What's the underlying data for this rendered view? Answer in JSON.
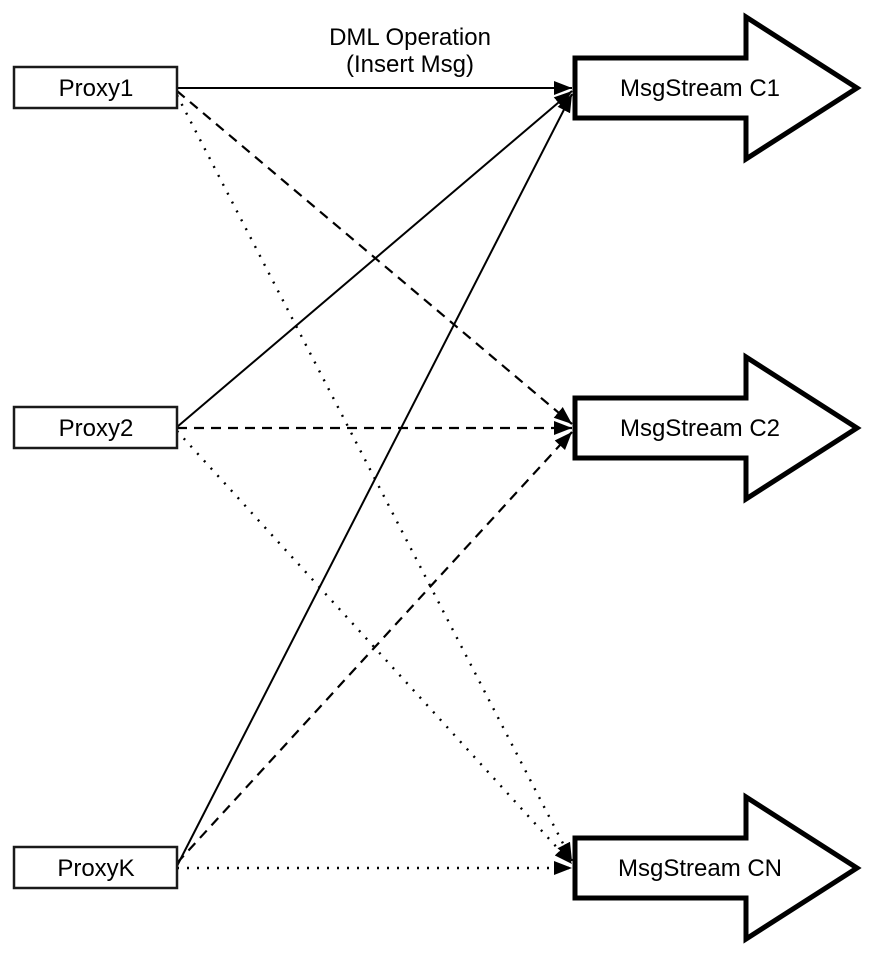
{
  "diagram": {
    "annotation": {
      "line1": "DML Operation",
      "line2": "(Insert Msg)"
    },
    "proxies": [
      {
        "id": "proxy1",
        "label": "Proxy1"
      },
      {
        "id": "proxy2",
        "label": "Proxy2"
      },
      {
        "id": "proxyk",
        "label": "ProxyK"
      }
    ],
    "streams": [
      {
        "id": "c1",
        "label": "MsgStream C1",
        "shape": "block-arrow-right"
      },
      {
        "id": "c2",
        "label": "MsgStream C2",
        "shape": "block-arrow-right"
      },
      {
        "id": "cn",
        "label": "MsgStream CN",
        "shape": "block-arrow-right"
      }
    ],
    "edges": [
      {
        "from": "Proxy1",
        "to": "MsgStream C1",
        "style": "solid",
        "arrowhead": "filled-triangle"
      },
      {
        "from": "Proxy2",
        "to": "MsgStream C1",
        "style": "solid",
        "arrowhead": "filled-triangle"
      },
      {
        "from": "ProxyK",
        "to": "MsgStream C1",
        "style": "solid",
        "arrowhead": "filled-triangle"
      },
      {
        "from": "Proxy1",
        "to": "MsgStream C2",
        "style": "dashed",
        "arrowhead": "filled-triangle"
      },
      {
        "from": "Proxy2",
        "to": "MsgStream C2",
        "style": "dashed",
        "arrowhead": "filled-triangle"
      },
      {
        "from": "ProxyK",
        "to": "MsgStream C2",
        "style": "dashed",
        "arrowhead": "filled-triangle"
      },
      {
        "from": "Proxy1",
        "to": "MsgStream CN",
        "style": "dotted",
        "arrowhead": "filled-triangle"
      },
      {
        "from": "Proxy2",
        "to": "MsgStream CN",
        "style": "dotted",
        "arrowhead": "filled-triangle"
      },
      {
        "from": "ProxyK",
        "to": "MsgStream CN",
        "style": "dotted",
        "arrowhead": "filled-triangle"
      }
    ],
    "colors": {
      "stroke": "#000000",
      "fill": "#ffffff",
      "background": "#ffffff"
    }
  }
}
